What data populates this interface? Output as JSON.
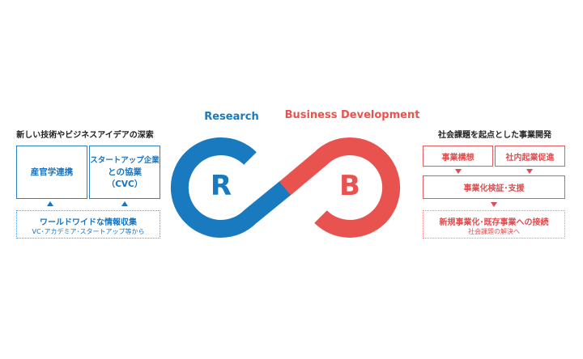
{
  "left": {
    "title": "新しい技術やビジネスアイデアの深索",
    "box1": "産官学連携",
    "box2_line1": "スタートアップ企業",
    "box2_line2": "との協業",
    "box2_line3": "（CVC）",
    "source_main": "ワールドワイドな情報収集",
    "source_sub": "VC･アカデミア･スタートアップ等から"
  },
  "center": {
    "research_label": "Research",
    "business_label": "Business Development",
    "r_letter": "R",
    "b_letter": "B",
    "colors": {
      "research": "#1a7abf",
      "business": "#e9534f"
    }
  },
  "right": {
    "title": "社会課題を起点とした事業開発",
    "box1": "事業構想",
    "box2": "社内起業促進",
    "box3": "事業化検証･支援",
    "result_main": "新規事業化･既存事業への接続",
    "result_sub": "社会課題の解決へ"
  }
}
